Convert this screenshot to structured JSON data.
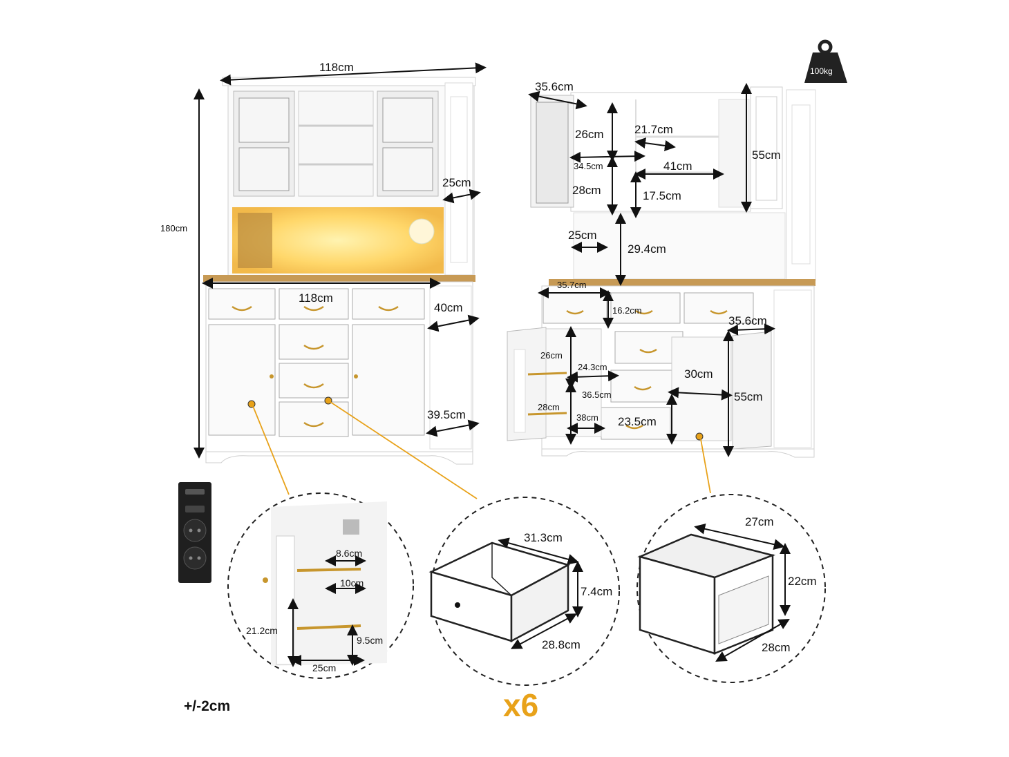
{
  "weight_badge": {
    "text": "100kg",
    "icon": "weight-icon"
  },
  "front_view": {
    "total_width": "118cm",
    "total_height": "180cm",
    "hutch_depth": "25cm",
    "counter_width": "118cm",
    "base_depth_top": "40cm",
    "base_depth_bottom": "39.5cm"
  },
  "side_view": {
    "door_width": "35.6cm",
    "upper_shelf_height": "26cm",
    "open_shelf_height": "21.7cm",
    "inner_width_left": "34.5cm",
    "open_shelf_width": "41cm",
    "lower_shelf_height": "28cm",
    "lower_open_height": "17.5cm",
    "hutch_height": "55cm",
    "recess_depth": "25cm",
    "recess_height": "29.4cm",
    "drawer_width_top": "35.7cm",
    "drawer_height_top": "16.2cm",
    "right_door_width": "35.6cm",
    "cabinet_upper_height": "26cm",
    "cabinet_depth_upper": "24.3cm",
    "cabinet_width": "36.5cm",
    "cabinet_lower_height": "28cm",
    "cabinet_depth_lower": "38cm",
    "drawer_height_bottom": "23.5cm",
    "right_inner_width": "30cm",
    "right_cabinet_height": "55cm"
  },
  "detail_shelf": {
    "rail_gap_top": "8.6cm",
    "rail_gap_mid": "10cm",
    "height": "21.2cm",
    "rail_drop": "9.5cm",
    "depth": "25cm"
  },
  "detail_drawer": {
    "width_top": "31.3cm",
    "height": "7.4cm",
    "depth": "28.8cm"
  },
  "detail_bin": {
    "width": "27cm",
    "height": "22cm",
    "depth": "28cm"
  },
  "tolerance": "+/-2cm",
  "quantity": "x6",
  "colors": {
    "accent": "#e8a21a",
    "cabinet": "#ffffff",
    "wood": "#c79a55",
    "outline": "#222222",
    "light": "#ffd76a"
  }
}
